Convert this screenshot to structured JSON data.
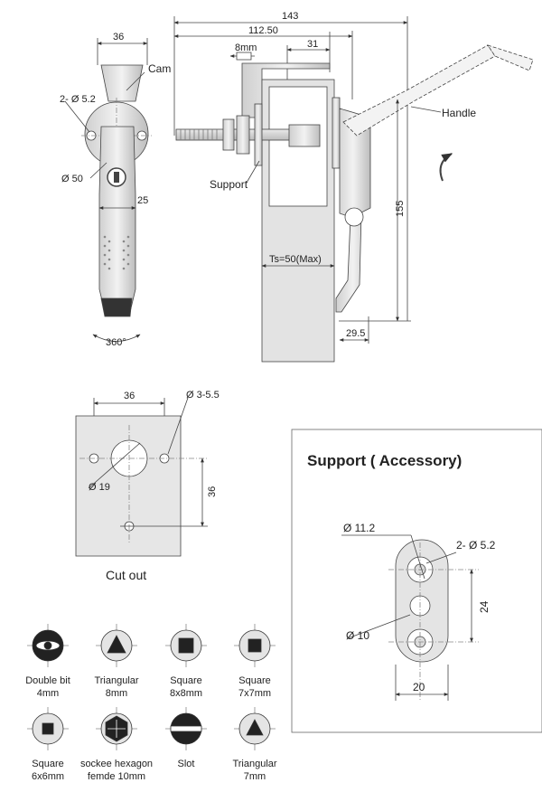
{
  "top": {
    "dim_36": "36",
    "cam": "Cam",
    "holes": "2- Ø 5.2",
    "dia50": "Ø 50",
    "dim_25": "25",
    "rot": "360°",
    "dim_143": "143",
    "dim_112": "112.50",
    "dim_31": "31",
    "dim_8mm": "8mm",
    "handle": "Handle",
    "support": "Support",
    "ts": "Ts=50(Max)",
    "dim_155": "155",
    "dim_29": "29.5"
  },
  "cutout": {
    "dim_36_top": "36",
    "holes": "Ø 3-5.5",
    "dia19": "Ø 19",
    "dim_36_side": "36",
    "caption": "Cut out"
  },
  "support": {
    "title": "Support ( Accessory)",
    "d112": "Ø 11.2",
    "holes": "2- Ø 5.2",
    "d10": "Ø 10",
    "dim_24": "24",
    "dim_20": "20"
  },
  "keys": [
    {
      "l1": "Double bit",
      "l2": "4mm"
    },
    {
      "l1": "Triangular",
      "l2": "8mm"
    },
    {
      "l1": "Square",
      "l2": "8x8mm"
    },
    {
      "l1": "Square",
      "l2": "7x7mm"
    },
    {
      "l1": "Square",
      "l2": "6x6mm"
    },
    {
      "l1": "sockee hexagon",
      "l2": "femde 10mm"
    },
    {
      "l1": "Slot",
      "l2": ""
    },
    {
      "l1": "Triangular",
      "l2": "7mm"
    }
  ]
}
